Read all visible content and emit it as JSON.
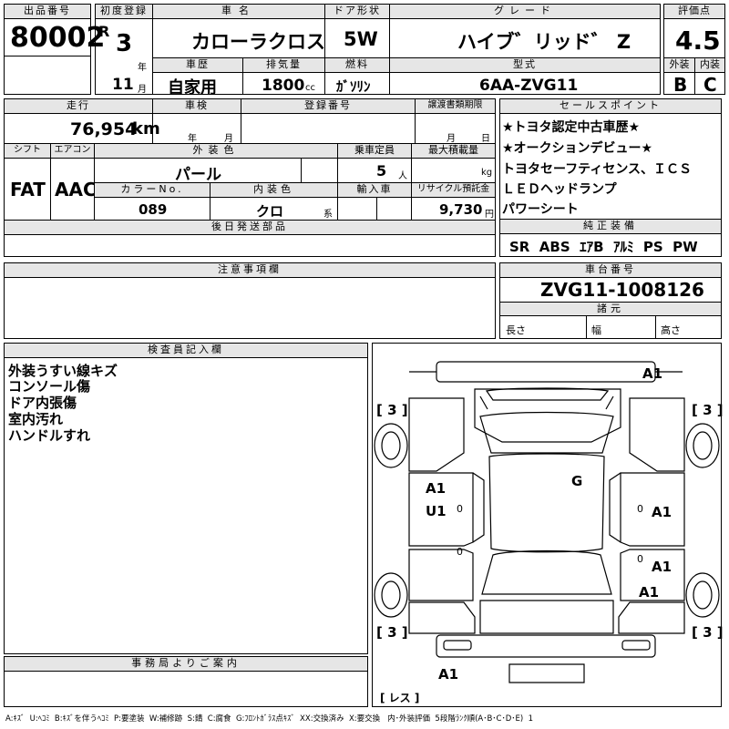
{
  "header": {
    "lot_label": "出品番号",
    "lot_number": "80002",
    "first_reg_label": "初度登録",
    "era": "R",
    "year": "3",
    "year_unit": "年",
    "month": "11",
    "month_unit": "月",
    "car_name_label": "車名",
    "car_name": "カローラクロス",
    "door_label": "ドア形状",
    "door": "5W",
    "grade_label": "グレード",
    "grade": "ハイブ゛リッド゛ Z",
    "score_label": "評価点",
    "score": "4.5",
    "history_label": "車歴",
    "history": "自家用",
    "displacement_label": "排気量",
    "displacement": "1800",
    "displacement_unit": "cc",
    "fuel_label": "燃料",
    "fuel": "ｶﾞｿﾘﾝ",
    "model_label": "型式",
    "model": "6AA-ZVG11",
    "ext_label": "外装",
    "ext_grade": "B",
    "int_label": "内装",
    "int_grade": "C"
  },
  "row2": {
    "mileage_label": "走行",
    "mileage": "76,954",
    "mileage_unit": "km",
    "inspection_label": "車検",
    "inspection_year": "年",
    "inspection_month": "月",
    "reg_label": "登録番号",
    "transfer_label": "譲渡書類期限",
    "transfer_month": "月",
    "transfer_day": "日",
    "shift_label": "シフト",
    "shift": "FAT",
    "ac_label": "エアコン",
    "ac": "AAC",
    "color_label": "外装色",
    "color": "パール",
    "capacity_label": "乗車定員",
    "capacity": "5",
    "capacity_unit": "人",
    "max_load_label": "最大積載量",
    "max_load_unit": "kg",
    "color_no_label": "カラーNo.",
    "color_no": "089",
    "int_color_label": "内装色",
    "int_color": "クロ",
    "int_color_unit": "系",
    "import_label": "輸入車",
    "recycle_label": "リサイクル預託金",
    "recycle": "9,730",
    "recycle_unit": "円",
    "later_parts_label": "後日発送部品"
  },
  "sales_points": {
    "label": "セールスポイント",
    "items": [
      "★トヨタ認定中古車歴★",
      "★オークションデビュー★",
      "トヨタセーフティセンス、ＩＣＳ",
      "ＬＥＤヘッドランプ",
      "パワーシート"
    ]
  },
  "equipment": {
    "label": "純正装備",
    "value": "SR  ABS  ｴｱB  ｱﾙﾐ  PS  PW"
  },
  "notes": {
    "label": "注意事項欄"
  },
  "chassis": {
    "label": "車台番号",
    "value": "ZVG11-1008126",
    "spec_label": "諸元",
    "length_label": "長さ",
    "width_label": "幅",
    "height_label": "高さ"
  },
  "inspector": {
    "label": "検査員記入欄",
    "lines": [
      "外装うすい線キズ",
      "コンソール傷",
      "ドア内張傷",
      "室内汚れ",
      "ハンドルすれ"
    ]
  },
  "diagram": {
    "marks": {
      "fl_bumper": "A1",
      "left_front_tire": "[ 3 ]",
      "right_front_tire": "[ 3 ]",
      "roof": "G",
      "left_door_a": "A1",
      "left_door_u": "U1",
      "right_door_front": "A1",
      "right_door_rear": "A1",
      "right_rear_fender": "A1",
      "left_rear_tire": "[ 3 ]",
      "right_rear_tire": "[ 3 ]",
      "rear_bumper": "A1",
      "spare": "[ レス ]",
      "zero1": "0",
      "zero2": "0",
      "zero3": "0",
      "zero4": "0"
    }
  },
  "office": {
    "label": "事務局よりご案内"
  },
  "legend": "A:ｷｽﾞ  U:ﾍｺﾐ  B:ｷｽﾞを伴うﾍｺﾐ  P:要塗装  W:補修跡  S:錆  C:腐食  G:ﾌﾛﾝﾄｶﾞﾗｽ点ｷｽﾞ  XX:交換済み  X:要交換   内･外装評価  5段階ﾗﾝｸ順(A･B･C･D･E)  1"
}
